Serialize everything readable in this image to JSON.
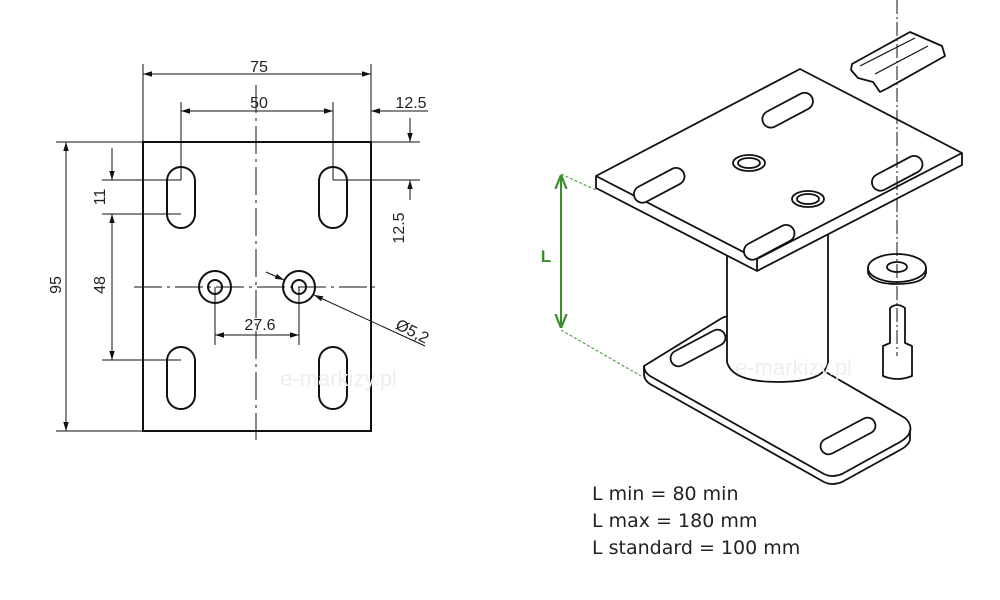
{
  "drawing": {
    "dimensions": {
      "width_total": "75",
      "slot_spacing_x": "50",
      "edge_offset_x": "12.5",
      "edge_offset_y": "12.5",
      "height_total": "95",
      "slot_length": "11",
      "slot_spacing_y": "48",
      "hole_spacing": "27.6",
      "hole_diameter": "Ø5,2"
    },
    "watermark": "e-markizy.pl"
  },
  "iso_view": {
    "length_label": "L",
    "accent_color": "#3a8f2a"
  },
  "specs": [
    "L min = 80 min",
    "L max = 180 mm",
    "L standard = 100 mm"
  ]
}
